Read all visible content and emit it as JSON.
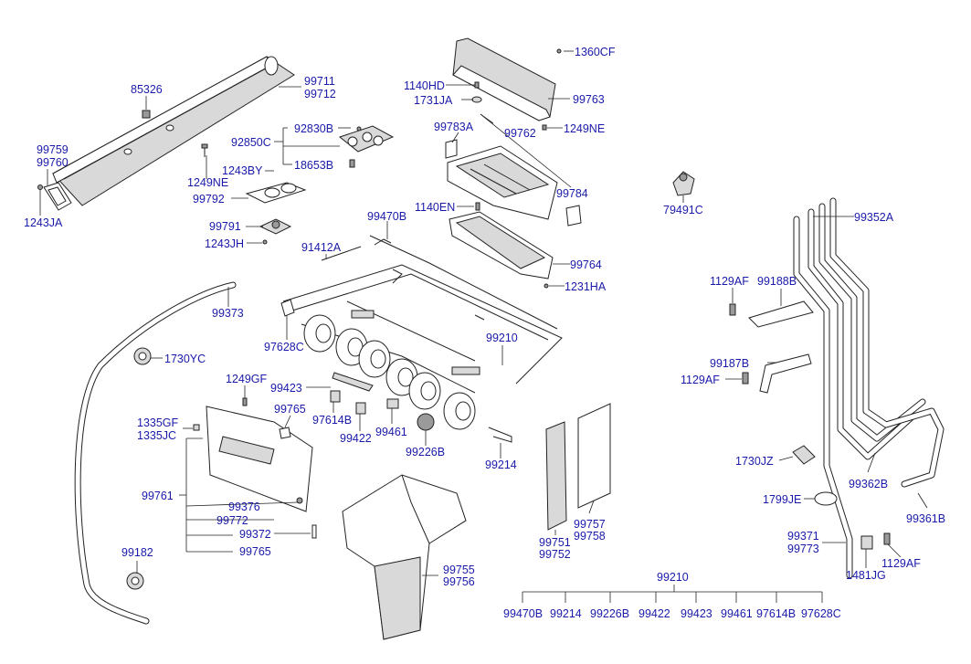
{
  "diagram": {
    "labels": {
      "l1360CF": "1360CF",
      "l99711": "99711",
      "l99712": "99712",
      "l85326": "85326",
      "l1140HD": "1140HD",
      "l1731JA": "1731JA",
      "l99763": "99763",
      "l99759": "99759",
      "l99760": "99760",
      "l92830B": "92830B",
      "l99783A": "99783A",
      "l99762": "99762",
      "l1249NE_a": "1249NE",
      "l92850C": "92850C",
      "l18653B": "18653B",
      "l1249NE_b": "1249NE",
      "l1243BY": "1243BY",
      "l99784": "99784",
      "l99792": "99792",
      "l79491C": "79491C",
      "l1243JA": "1243JA",
      "l1140EN": "1140EN",
      "l99470B": "99470B",
      "l99352A": "99352A",
      "l99791": "99791",
      "l1243JH": "1243JH",
      "l91412A": "91412A",
      "l99764": "99764",
      "l1129AF_a": "1129AF",
      "l99188B": "99188B",
      "l1231HA": "1231HA",
      "l99373": "99373",
      "l97628C": "97628C",
      "l99210_top": "99210",
      "l1730YC": "1730YC",
      "l99187B": "99187B",
      "l1249GF": "1249GF",
      "l1129AF_b": "1129AF",
      "l99423": "99423",
      "l99765_a": "99765",
      "l97614B": "97614B",
      "l1335GF": "1335GF",
      "l1335JC": "1335JC",
      "l99461": "99461",
      "l99422": "99422",
      "l99226B": "99226B",
      "l99214": "99214",
      "l1730JZ": "1730JZ",
      "l99761": "99761",
      "l99376": "99376",
      "l99362B": "99362B",
      "l1799JE": "1799JE",
      "l99361B": "99361B",
      "l99772": "99772",
      "l99757": "99757",
      "l99758": "99758",
      "l99372": "99372",
      "l99751": "99751",
      "l99752": "99752",
      "l99371": "99371",
      "l99773": "99773",
      "l99765_b": "99765",
      "l1129AF_c": "1129AF",
      "l99182": "99182",
      "l1481JG": "1481JG",
      "l99755": "99755",
      "l99756": "99756",
      "l99210_bot": "99210"
    },
    "bottom_group": [
      "99470B",
      "99214",
      "99226B",
      "99422",
      "99423",
      "99461",
      "97614B",
      "97628C"
    ]
  },
  "colors": {
    "label": "#1a1aaa",
    "line": "#222222"
  }
}
